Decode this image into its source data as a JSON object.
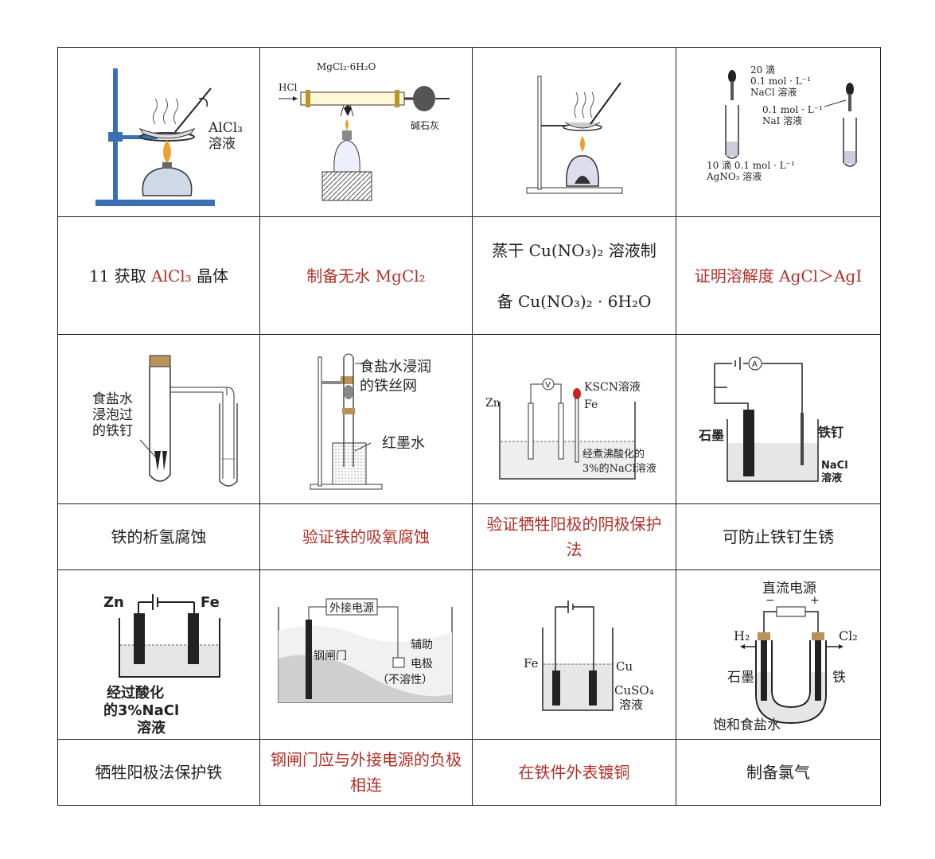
{
  "row1": {
    "c0_label": "AlCl₃\n溶液",
    "c1_top": "MgCl₂·6H₂O",
    "c1_hcl": "HCl",
    "c1_lime": "碱石灰",
    "c3_drops20": "20 滴",
    "c3_nacl_conc": "0.1 mol · L⁻¹",
    "c3_nacl": "NaCl 溶液",
    "c3_nai_conc": "0.1 mol · L⁻¹",
    "c3_nai": "NaI 溶液",
    "c3_agno3_conc": "10 滴 0.1 mol · L⁻¹",
    "c3_agno3": "AgNO₃ 溶液"
  },
  "captions1": {
    "c0_pre": "11 获取 ",
    "c0_red": "AlCl₃",
    "c0_post": " 晶体",
    "c1": "制备无水 MgCl₂",
    "c2_line1": "蒸干 Cu(NO₃)₂ 溶液制",
    "c2_line2": "备 Cu(NO₃)₂ · 6H₂O",
    "c3": "证明溶解度 AgCl＞AgI"
  },
  "row3": {
    "c0_label1": "食盐水",
    "c0_label2": "浸泡过",
    "c0_label3": "的铁钉",
    "c1_label1": "食盐水浸润",
    "c1_label2": "的铁丝网",
    "c1_label3": "红墨水",
    "c2_zn": "Zn",
    "c2_v": "V",
    "c2_kscn": "KSCN溶液",
    "c2_fe": "Fe",
    "c2_sol1": "经煮沸酸化的",
    "c2_sol2": "3%的NaCl溶液",
    "c3_graphite": "石墨",
    "c3_nail": "铁钉",
    "c3_nacl1": "NaCl",
    "c3_nacl2": "溶液",
    "c3_meter": "A"
  },
  "captions3": {
    "c0": "铁的析氢腐蚀",
    "c1": "验证铁的吸氧腐蚀",
    "c2": "验证牺牲阳极的阴极保护法",
    "c3": "可防止铁钉生锈"
  },
  "row5": {
    "c0_zn": "Zn",
    "c0_fe": "Fe",
    "c0_sol1": "经过酸化",
    "c0_sol2": "的3%NaCl",
    "c0_sol3": "溶液",
    "c1_power": "外接电源",
    "c1_gate": "钢闸门",
    "c1_aux1": "辅助",
    "c1_aux2": "电极",
    "c1_aux3": "（不溶性）",
    "c2_fe": "Fe",
    "c2_cu": "Cu",
    "c2_cuso4": "CuSO₄",
    "c2_sol": "溶液",
    "c3_power": "直流电源",
    "c3_minus": "−",
    "c3_plus": "+",
    "c3_h2": "H₂",
    "c3_cl2": "Cl₂",
    "c3_graphite": "石墨",
    "c3_iron": "铁",
    "c3_brine": "饱和食盐水"
  },
  "captions5": {
    "c0": "牺牲阳极法保护铁",
    "c1": "钢闸门应与外接电源的负极相连",
    "c2": "在铁件外表镀铜",
    "c3": "制备氯气"
  },
  "colors": {
    "red_caption": "#b2302a",
    "stand_blue": "#3a6fb3",
    "flame": "#f0a030"
  }
}
